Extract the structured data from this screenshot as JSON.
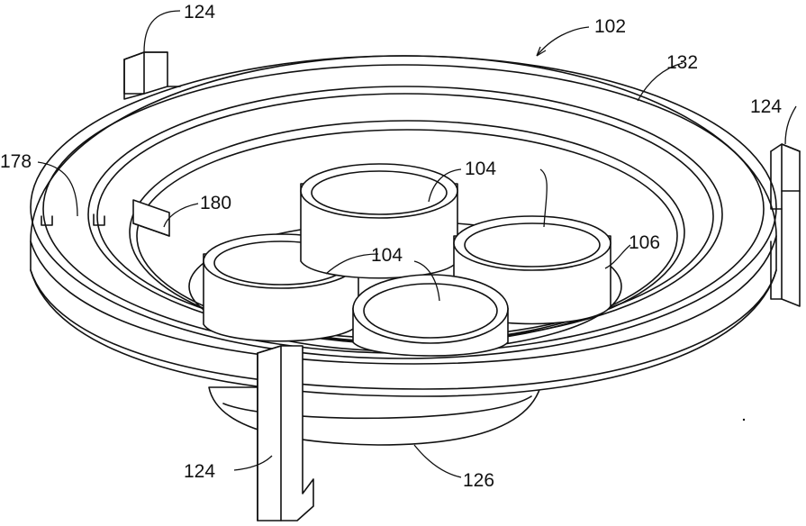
{
  "labels": {
    "tab_top_left": "124",
    "assembly": "102",
    "ring": "132",
    "tab_right": "124",
    "notch": "178",
    "catch": "180",
    "cup_top": "104",
    "cup_middle": "104",
    "cup_right": "106",
    "tab_bottom": "124",
    "base": "126"
  }
}
